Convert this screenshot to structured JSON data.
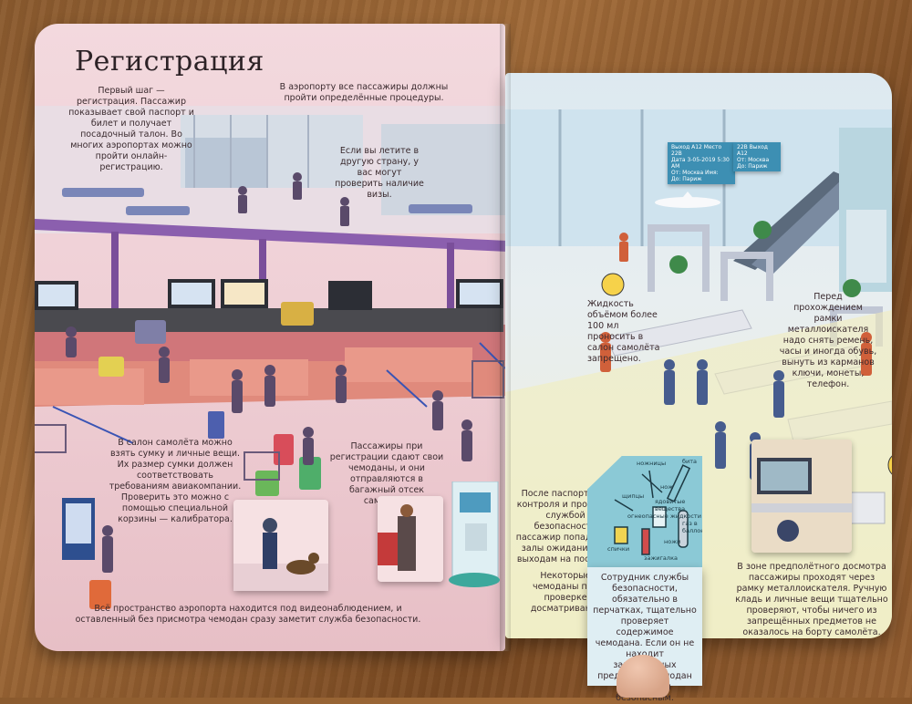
{
  "title": "Регистрация",
  "intro_left": "Первый шаг — регистрация. Пассажир показывает свой паспорт и билет и получает посадочный талон. Во многих аэропортах можно пройти онлайн-регистрацию.",
  "intro_center": "В аэропорту все пассажиры должны пройти определённые процедуры.",
  "visa_note": "Если вы летите в другую страну, у вас могут проверить наличие визы.",
  "cabin_bag_note": "В салон самолёта можно взять сумку и личные вещи. Их размер сумки должен соответствовать требованиям авиакомпании. Проверить это можно с помощью специальной корзины — калибратора.",
  "luggage_note": "Пассажиры при регистрации сдают свои чемоданы, и они отправляются в багажный отсек самолёта.",
  "passport_note": "После паспортного контроля и проверки службой безопасности пассажир попадает в залы ожидания и к выходам на посадку.",
  "checked_note": "Некоторые чемоданы при проверке досматривают.",
  "surveillance_note": "Всё пространство аэропорта находится под видеонаблюдением, и оставленный без присмотра чемодан сразу заметит служба безопасности.",
  "liquid_note": "Жидкость объёмом более 100 мл проносить в салон самолёта запрещено.",
  "metal_note": "Перед прохождением рамки металлоискателя надо снять ремень, часы и иногда обувь, вынуть из карманов ключи, монеты, телефон.",
  "screening_note": "В зоне предполётного досмотра пассажиры проходят через рамку металлоискателя. Ручную кладь и личные вещи тщательно проверяют, чтобы ничего из запрещённых предметов не оказалось на борту самолёта.",
  "flap_note": "Сотрудник службы безопасности, обязательно в перчатках, тщательно проверяет содержимое чемодана. Если он не находит запрещённых предметов, чемодан признаётся безопасным.",
  "departure_board": {
    "left": [
      "Выход A12   Место 22B",
      "Дата 3-05-2019   5:30 AM",
      "От: Москва   Имя:",
      "До: Париж"
    ],
    "right": [
      "22B Выход A12",
      "От: Москва",
      "До: Париж"
    ]
  },
  "tool_labels": [
    "ножницы",
    "нож",
    "бита",
    "ядовитые вещества",
    "щипцы",
    "огнеопасные жидкости",
    "газ в баллоне",
    "спички",
    "зажигалка",
    "ножи"
  ],
  "colors": {
    "left_page": "#f3d9de",
    "right_page": "#dde9f0",
    "counter": "#e08a7c",
    "rail": "#7a4e9a",
    "flap": "#dfeef3",
    "floor_right": "#f3ecb8"
  }
}
